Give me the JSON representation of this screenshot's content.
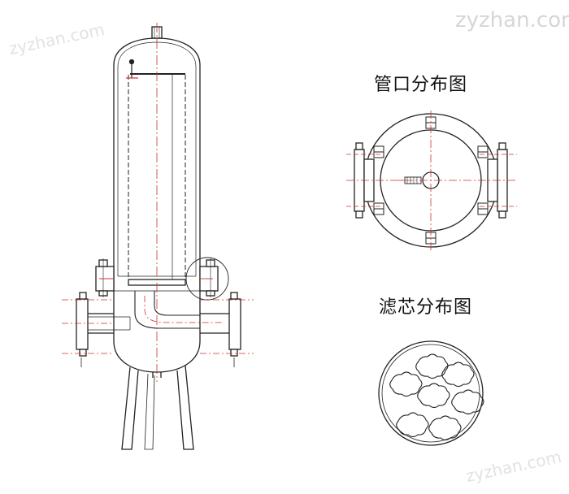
{
  "labels": {
    "nozzle_layout": "管口分布图",
    "filter_layout": "滤芯分布图"
  },
  "watermarks": {
    "top_right": "zyzhan.com",
    "top_left": "zyzhan.com",
    "bottom_right": "zyzhan.com"
  },
  "colors": {
    "line": "#222222",
    "centerline": "#cc3333",
    "watermark": "#d6d6d6"
  }
}
